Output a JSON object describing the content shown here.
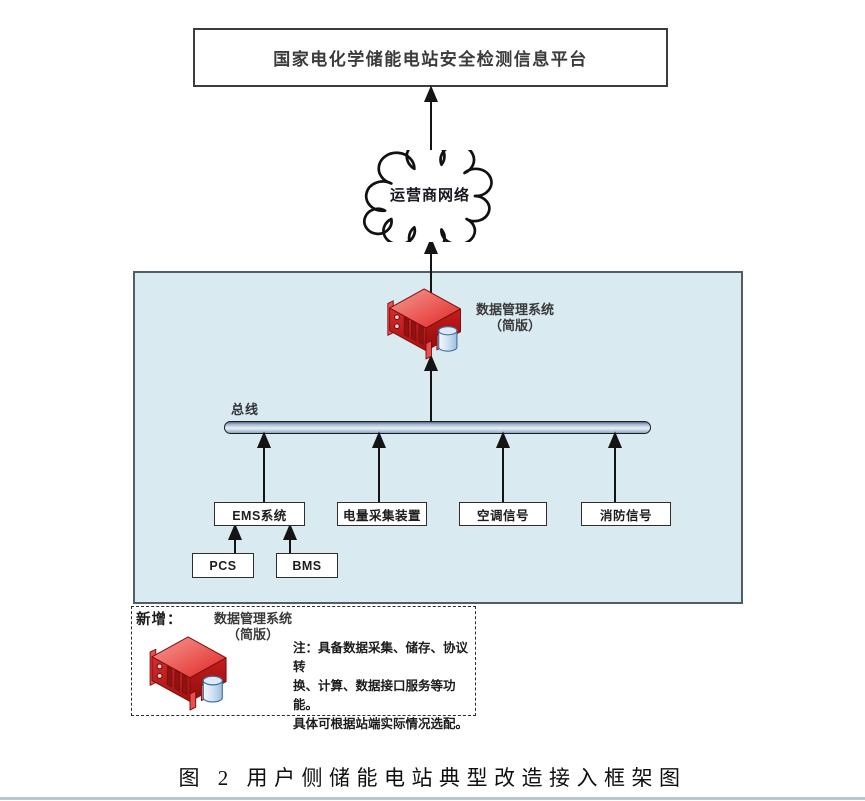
{
  "diagram": {
    "platform": {
      "label": "国家电化学储能电站安全检测信息平台"
    },
    "cloud": {
      "label": "运营商网络"
    },
    "station": {
      "server": {
        "name": "数据管理系统",
        "variant": "（简版）"
      },
      "bus_label": "总线",
      "devices": [
        {
          "label": "EMS系统"
        },
        {
          "label": "电量采集装置"
        },
        {
          "label": "空调信号"
        },
        {
          "label": "消防信号"
        }
      ],
      "ems_children": [
        {
          "label": "PCS"
        },
        {
          "label": "BMS"
        }
      ]
    },
    "legend": {
      "title": "新增：",
      "server": {
        "name": "数据管理系统",
        "variant": "（简版）"
      },
      "note_lines": [
        "注：具备数据采集、储存、协议转",
        "换、计算、数据接口服务等功能。",
        "具体可根据站端实际情况选配。"
      ]
    },
    "caption": "图 2 用户侧储能电站典型改造接入框架图",
    "colors": {
      "station_fill": "#d9eaf0",
      "station_border": "#4f5f68",
      "server_red": "#d42222",
      "bus_light": "#e9f0f8",
      "bus_dark": "#54688a",
      "line": "#141414",
      "bottom_rule": "#b5c8d3"
    }
  }
}
